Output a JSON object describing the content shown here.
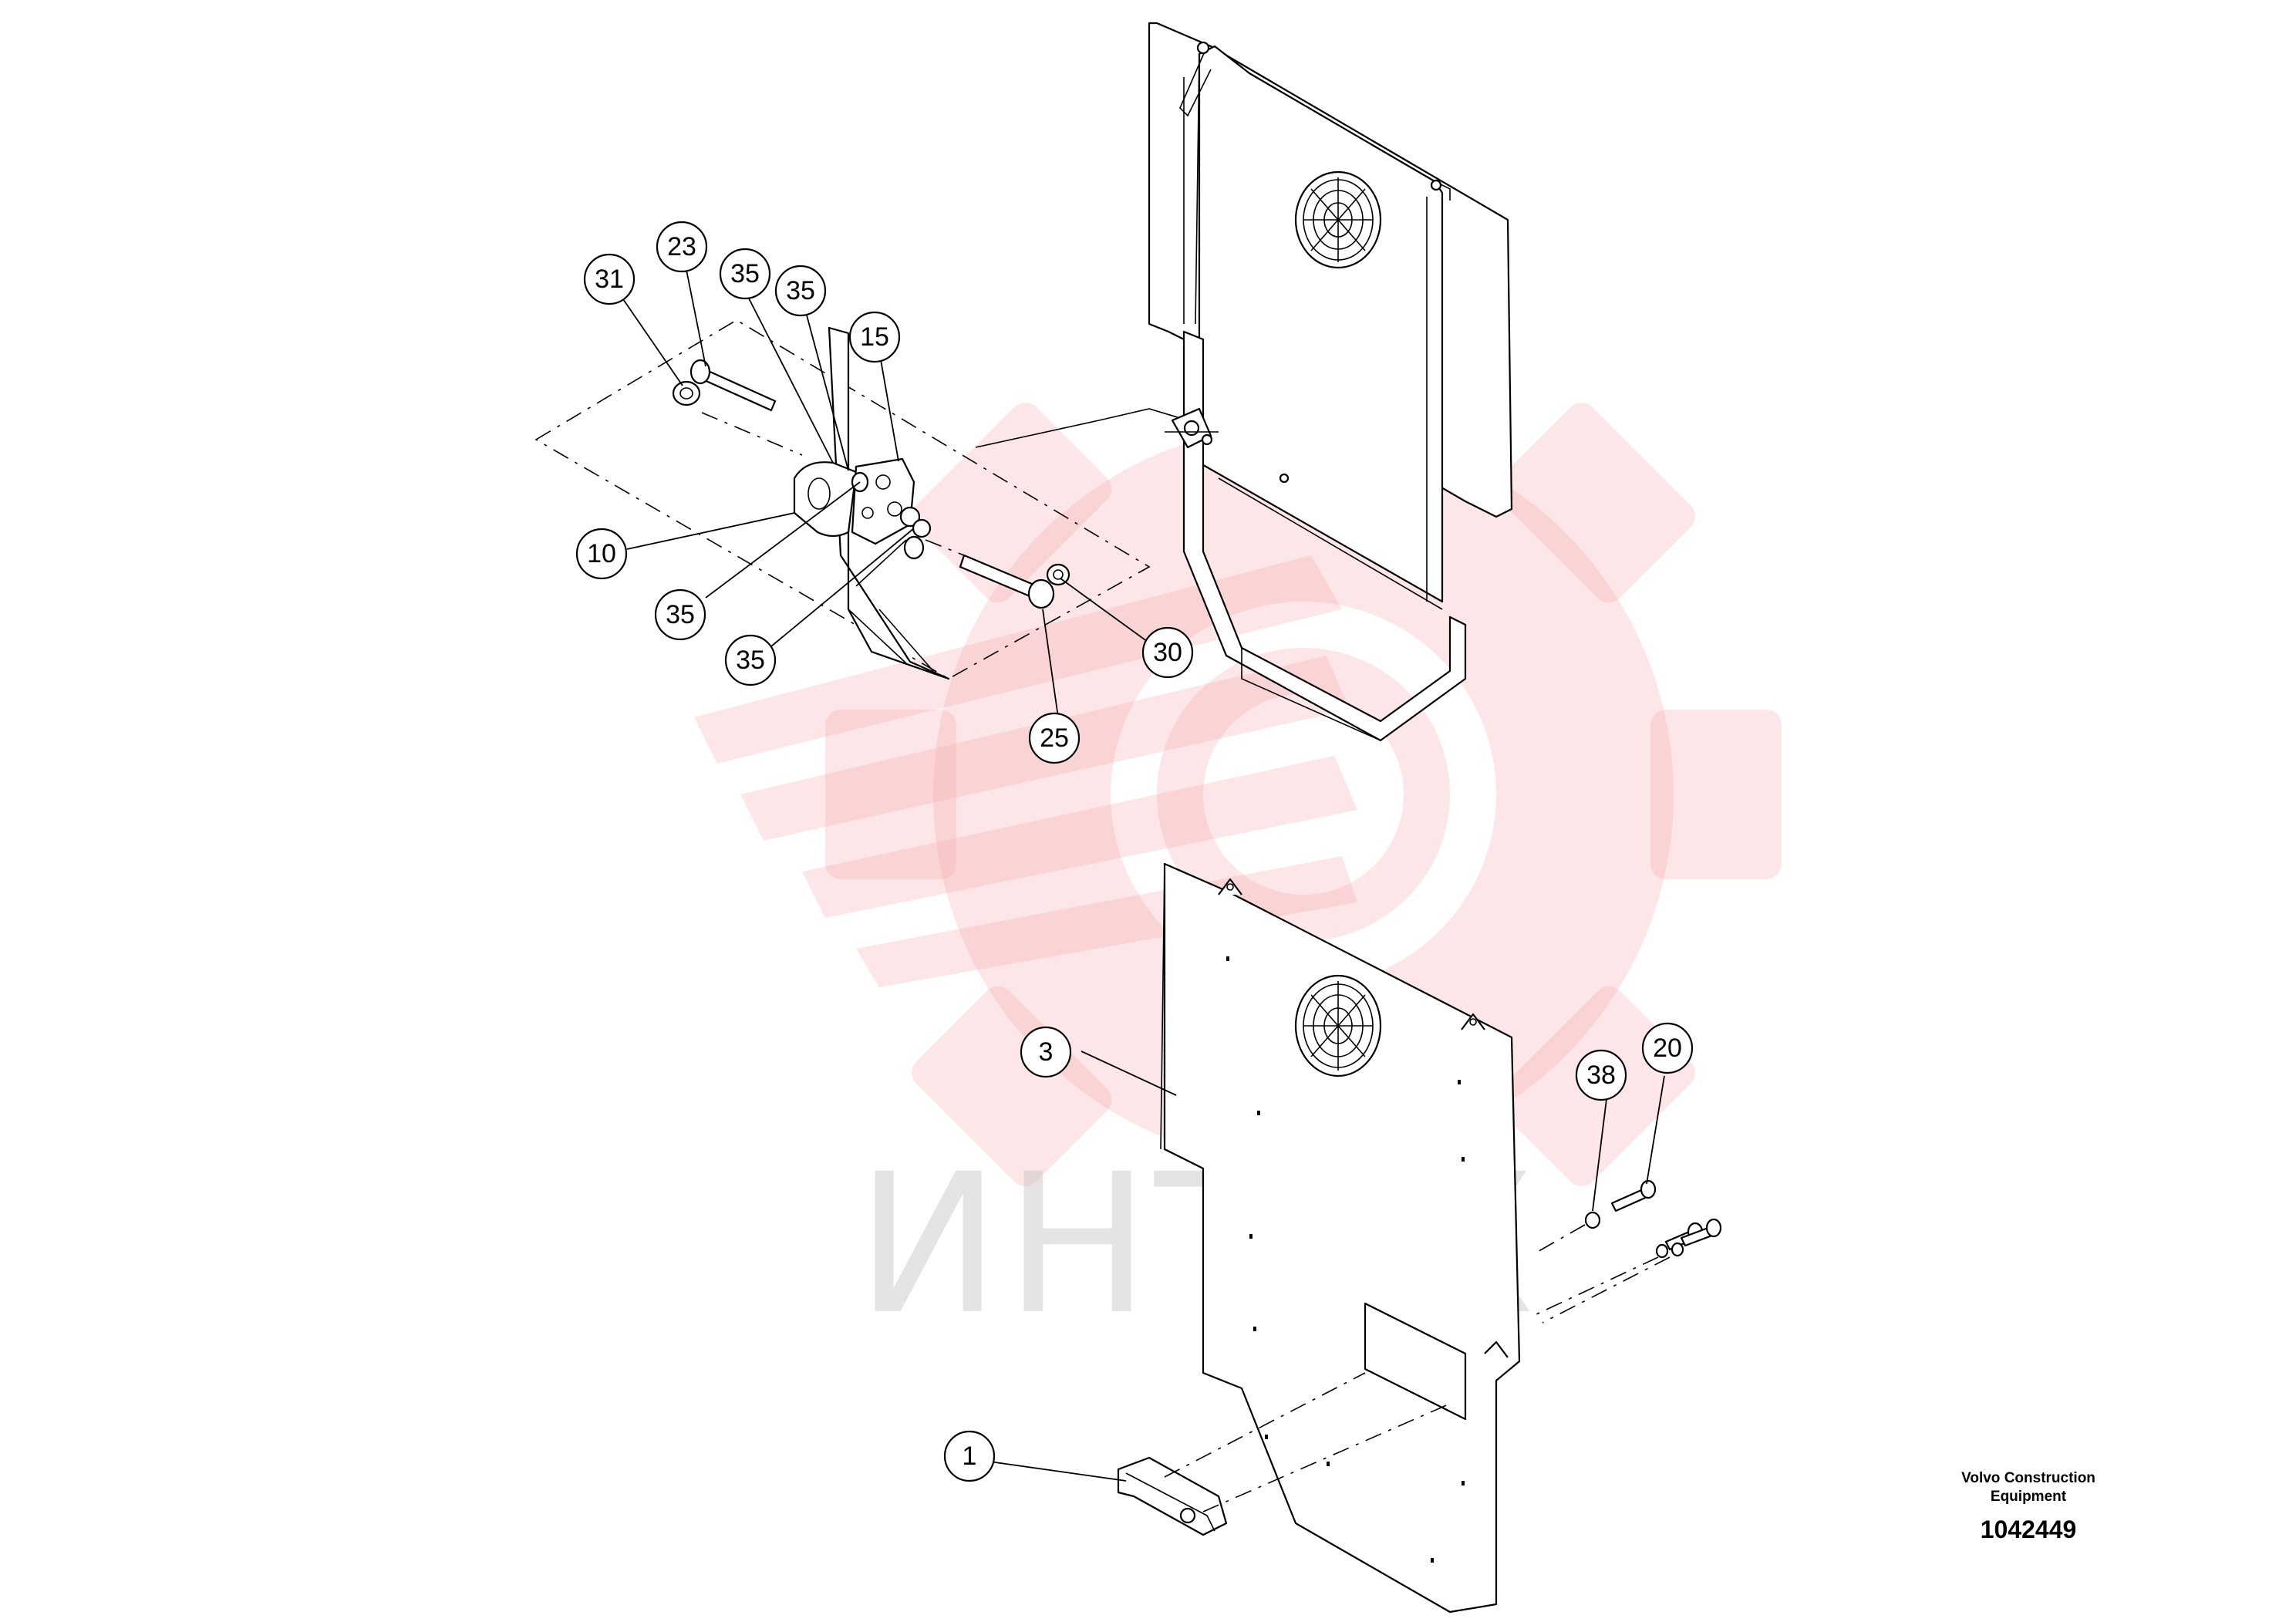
{
  "watermark": {
    "text": "ИНТЕХ",
    "color": "#f5a7a9"
  },
  "brand": {
    "line1": "Volvo Construction",
    "line2": "Equipment",
    "drawing_number": "1042449"
  },
  "callouts": [
    {
      "id": "c31",
      "label": "31"
    },
    {
      "id": "c23",
      "label": "23"
    },
    {
      "id": "c35a",
      "label": "35"
    },
    {
      "id": "c35b",
      "label": "35"
    },
    {
      "id": "c15",
      "label": "15"
    },
    {
      "id": "c10",
      "label": "10"
    },
    {
      "id": "c35c",
      "label": "35"
    },
    {
      "id": "c35d",
      "label": "35"
    },
    {
      "id": "c30",
      "label": "30"
    },
    {
      "id": "c25",
      "label": "25"
    },
    {
      "id": "c3",
      "label": "3"
    },
    {
      "id": "c38",
      "label": "38"
    },
    {
      "id": "c20",
      "label": "20"
    },
    {
      "id": "c1",
      "label": "1"
    }
  ]
}
